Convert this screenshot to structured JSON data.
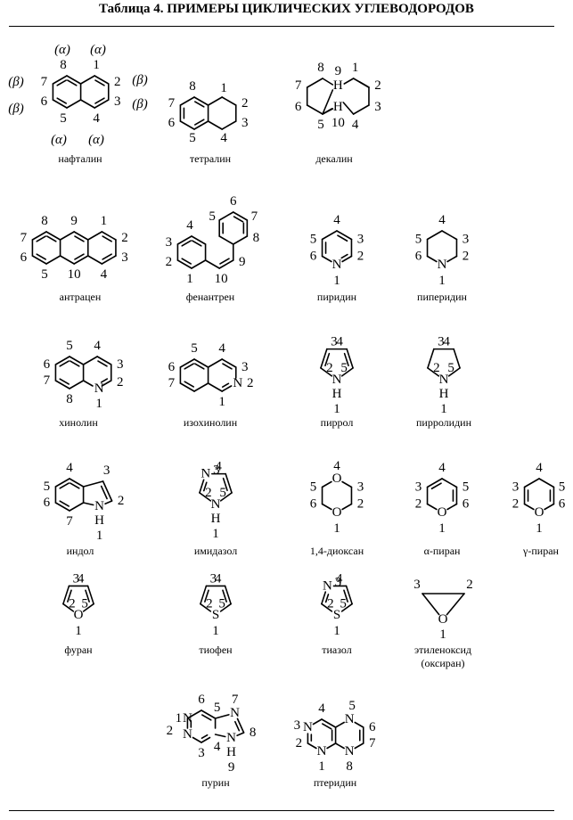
{
  "title": "Таблица 4. ПРИМЕРЫ ЦИКЛИЧЕСКИХ УГЛЕВОДОРОДОВ",
  "greek": {
    "alpha": "(α)",
    "beta": "(β)"
  },
  "atoms": {
    "N": "N",
    "H": "H",
    "O": "O",
    "S": "S"
  },
  "compounds": [
    {
      "id": "naphthalene",
      "name": "нафталин",
      "numbers": [
        "1",
        "2",
        "3",
        "4",
        "5",
        "6",
        "7",
        "8"
      ]
    },
    {
      "id": "tetralin",
      "name": "тетралин",
      "numbers": [
        "1",
        "2",
        "3",
        "4",
        "5",
        "6",
        "7",
        "8"
      ]
    },
    {
      "id": "decalin",
      "name": "декалин",
      "numbers": [
        "1",
        "2",
        "3",
        "4",
        "5",
        "6",
        "7",
        "8",
        "9",
        "10"
      ]
    },
    {
      "id": "anthracene",
      "name": "антрацен",
      "numbers": [
        "1",
        "2",
        "3",
        "4",
        "5",
        "6",
        "7",
        "8",
        "9",
        "10"
      ]
    },
    {
      "id": "phenanthrene",
      "name": "фенантрен",
      "numbers": [
        "1",
        "2",
        "3",
        "4",
        "5",
        "6",
        "7",
        "8",
        "9",
        "10"
      ]
    },
    {
      "id": "pyridine",
      "name": "пиридин",
      "numbers": [
        "1",
        "2",
        "3",
        "4",
        "5",
        "6"
      ]
    },
    {
      "id": "piperidine",
      "name": "пиперидин",
      "numbers": [
        "1",
        "2",
        "3",
        "4",
        "5",
        "6"
      ]
    },
    {
      "id": "quinoline",
      "name": "хинолин",
      "numbers": [
        "1",
        "2",
        "3",
        "4",
        "5",
        "6",
        "7",
        "8"
      ]
    },
    {
      "id": "isoquinoline",
      "name": "изохинолин",
      "numbers": [
        "2",
        "3",
        "4",
        "5",
        "6",
        "7",
        "1"
      ]
    },
    {
      "id": "pyrrole",
      "name": "пиррол",
      "numbers": [
        "1",
        "2",
        "3",
        "4",
        "5"
      ]
    },
    {
      "id": "pyrrolidine",
      "name": "пирролидин",
      "numbers": [
        "1",
        "2",
        "3",
        "4",
        "5"
      ]
    },
    {
      "id": "indole",
      "name": "индол",
      "numbers": [
        "1",
        "2",
        "3",
        "4",
        "5",
        "6",
        "7"
      ]
    },
    {
      "id": "imidazole",
      "name": "имидазол",
      "numbers": [
        "1",
        "2",
        "3",
        "4",
        "5"
      ]
    },
    {
      "id": "dioxane",
      "name": "1,4-диоксан",
      "numbers": [
        "1",
        "2",
        "3",
        "4",
        "5",
        "6"
      ]
    },
    {
      "id": "alpha_pyran",
      "name": "α-пиран",
      "numbers": [
        "1",
        "2",
        "3",
        "4",
        "5",
        "6"
      ]
    },
    {
      "id": "gamma_pyran",
      "name": "γ-пиран",
      "numbers": [
        "1",
        "2",
        "3",
        "4",
        "5",
        "6"
      ]
    },
    {
      "id": "furan",
      "name": "фуран",
      "numbers": [
        "1",
        "2",
        "3",
        "4",
        "5"
      ]
    },
    {
      "id": "thiophene",
      "name": "тиофен",
      "numbers": [
        "1",
        "2",
        "3",
        "4",
        "5"
      ]
    },
    {
      "id": "thiazole",
      "name": "тиазол",
      "numbers": [
        "1",
        "2",
        "3",
        "4",
        "5"
      ]
    },
    {
      "id": "oxirane",
      "name": "этиленоксид",
      "name2": "(оксиран)",
      "numbers": [
        "1",
        "2",
        "3"
      ]
    },
    {
      "id": "purine",
      "name": "пурин",
      "numbers": [
        "1",
        "2",
        "3",
        "4",
        "5",
        "6",
        "7",
        "8",
        "9"
      ]
    },
    {
      "id": "pteridine",
      "name": "птеридин",
      "numbers": [
        "1",
        "2",
        "3",
        "4",
        "5",
        "6",
        "7",
        "8"
      ]
    }
  ]
}
